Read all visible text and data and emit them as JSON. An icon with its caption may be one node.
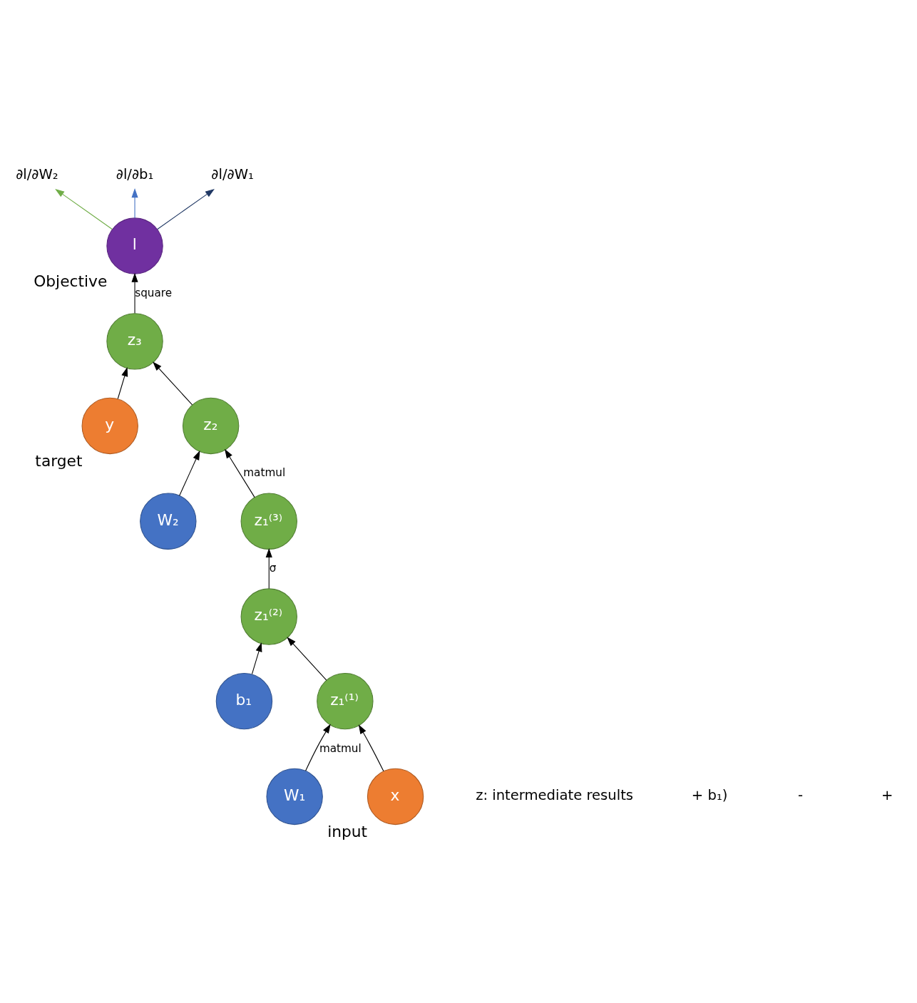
{
  "diagram": {
    "nodes": [
      {
        "text": [
          "l"
        ],
        "beside": [
          "Objective"
        ]
      },
      {
        "text": [
          "z₃"
        ]
      },
      {
        "text": [
          "y"
        ],
        "beside": [
          "target"
        ]
      },
      {
        "text": [
          "z₂"
        ]
      },
      {
        "text": [
          "W₂"
        ]
      },
      {
        "text": [
          "z₁⁽³⁾"
        ]
      },
      {
        "text": [
          "z₁⁽²⁾"
        ]
      },
      {
        "text": [
          "b₁"
        ]
      },
      {
        "text": [
          "z₁⁽¹⁾"
        ]
      },
      {
        "text": [
          "W₁"
        ]
      },
      {
        "text": [
          "x"
        ],
        "beside": [
          "input"
        ]
      },
      {
        "text": [
          "∂l/∂W₂"
        ]
      },
      {
        "text": [
          "∂l/∂b₁"
        ]
      },
      {
        "text": [
          "∂l/∂W₁"
        ]
      }
    ],
    "edges": [
      {
        "from": 1,
        "to": 0,
        "arrow": "to",
        "label": "square"
      },
      {
        "from": 2,
        "to": 1,
        "arrow": "to"
      },
      {
        "from": 3,
        "to": 1,
        "arrow": "to"
      },
      {
        "from": 4,
        "to": 3,
        "arrow": "to"
      },
      {
        "from": 5,
        "to": 3,
        "arrow": "to",
        "label": "matmul"
      },
      {
        "from": 6,
        "to": 5,
        "arrow": "to",
        "label": "σ"
      },
      {
        "from": 7,
        "to": 6,
        "arrow": "to"
      },
      {
        "from": 8,
        "to": 6,
        "arrow": "to"
      },
      {
        "from": 9,
        "to": 8,
        "arrow": "to",
        "label": "matmul"
      },
      {
        "from": 10,
        "to": 8,
        "arrow": "to"
      },
      {
        "from": 0,
        "to": 11,
        "arrow": "to",
        "color": "#70ad47"
      },
      {
        "from": 0,
        "to": 12,
        "arrow": "to",
        "color": "#4472c4"
      },
      {
        "from": 0,
        "to": 13,
        "arrow": "to",
        "color": "#203864"
      }
    ],
    "labels": [
      "z: intermediate results",
      "+ b₁)",
      "-",
      "+"
    ]
  }
}
